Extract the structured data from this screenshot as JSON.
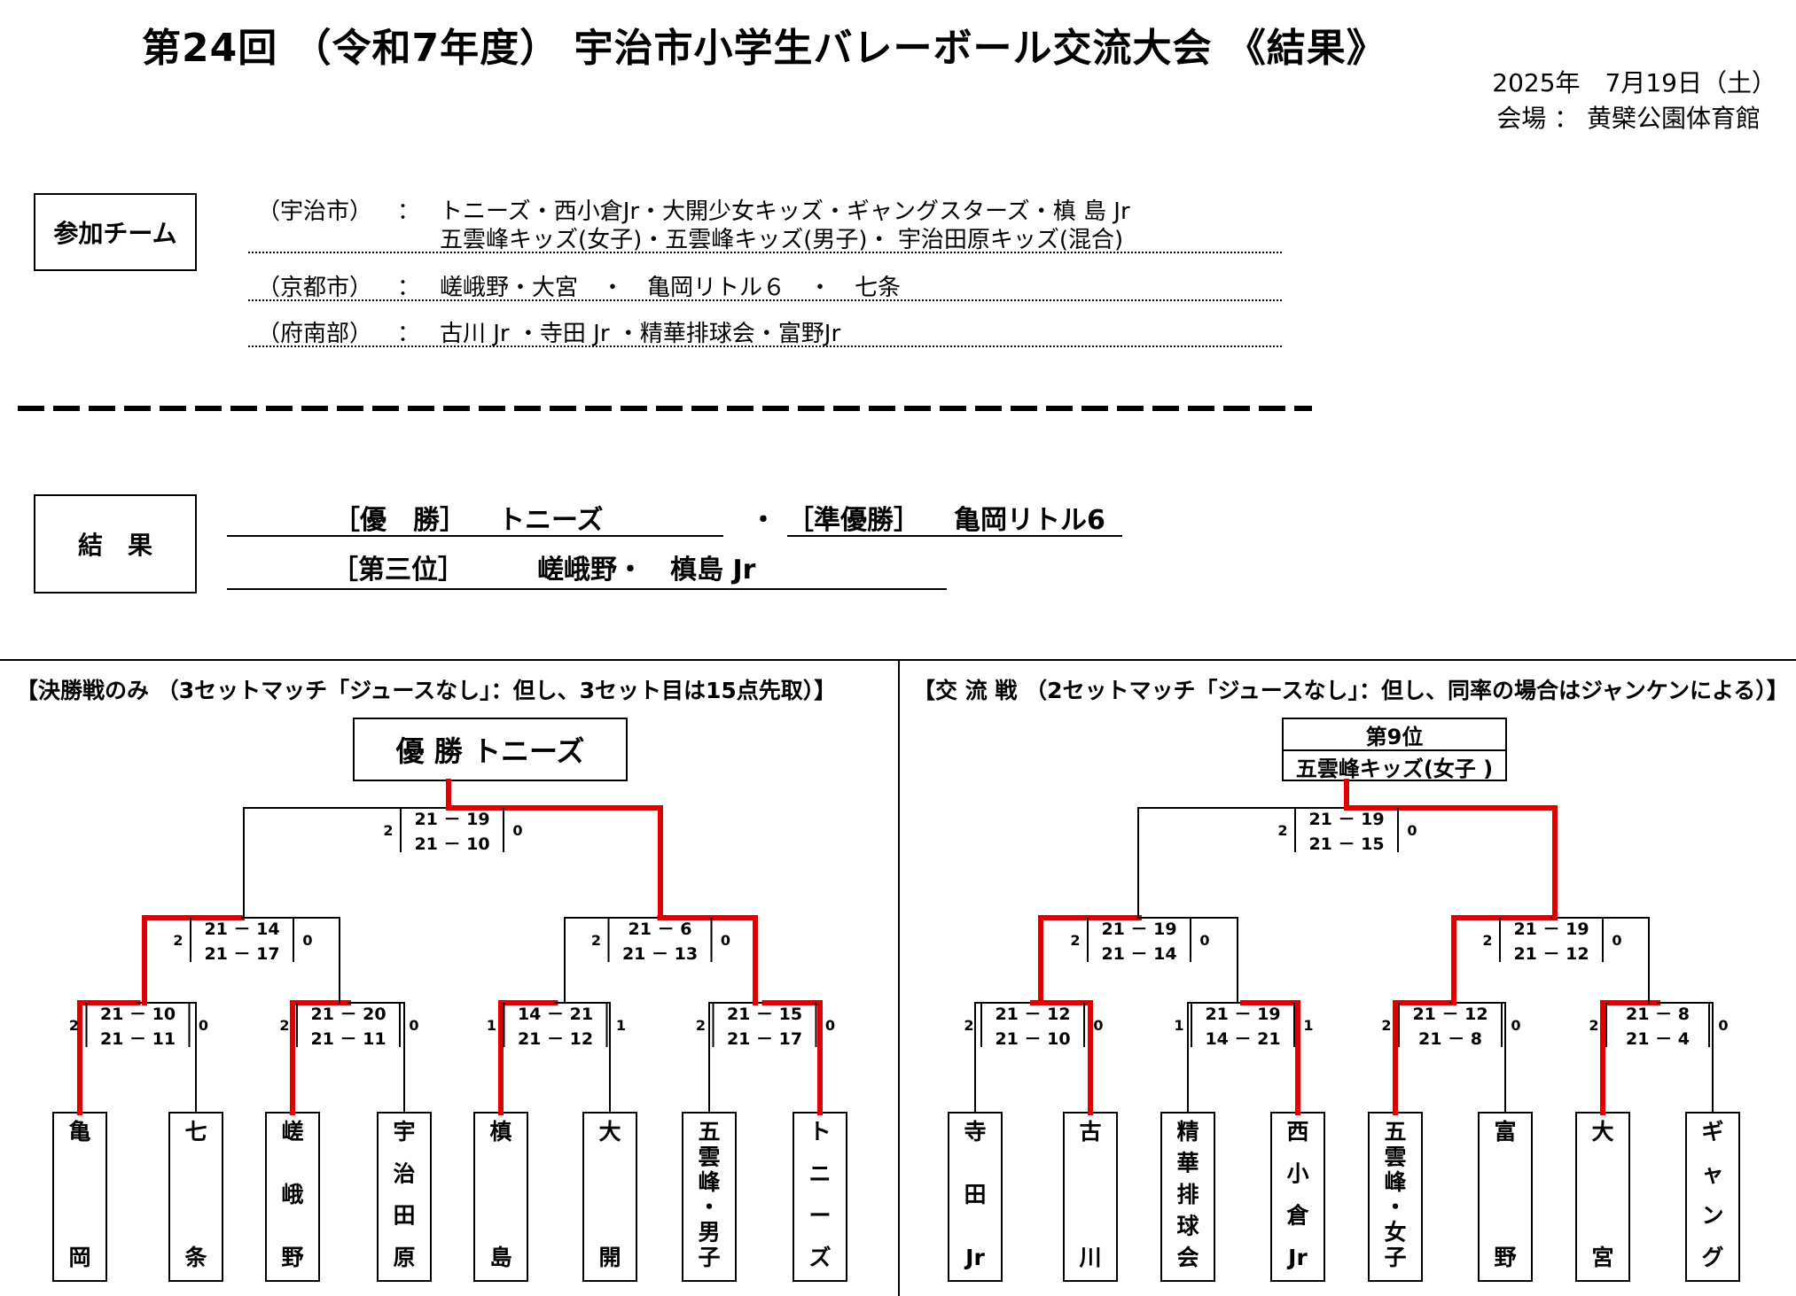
{
  "title": "第24回 （令和7年度） 宇治市小学生バレーボール交流大会 《結果》",
  "date": "2025年　7月19日（土）",
  "venue": "会場 ： 黄檗公園体育館",
  "participants": {
    "label": "参加チーム",
    "rows": [
      {
        "region": "（宇治市）",
        "colon": "：",
        "teams": "トニーズ・西小倉Jr・大開少女キッズ・ギャングスターズ・槙 島 Jr"
      },
      {
        "region": "",
        "colon": "",
        "teams": "五雲峰キッズ(女子)・五雲峰キッズ(男子)・ 宇治田原キッズ(混合)"
      },
      {
        "region": "（京都市）",
        "colon": "：",
        "teams": "嵯峨野・大宮　・　亀岡リトル６　・　七条"
      },
      {
        "region": "（府南部）",
        "colon": "：",
        "teams": "古川 Jr ・寺田 Jr ・精華排球会・富野Jr"
      }
    ]
  },
  "results": {
    "label": "結　果",
    "champion_label": "［優　勝］",
    "champion": "トニーズ",
    "separator": "・",
    "runnerup_label": "［準優勝］",
    "runnerup": "亀岡リトル6",
    "third_label": "［第三位］",
    "third": "嵯峨野・　槙島 Jr"
  },
  "left_bracket": {
    "header": "【決勝戦のみ （3セットマッチ「ジュースなし」：但し、3セット目は15点先取）】",
    "winner_box": "優 勝 トニーズ",
    "teams": [
      "亀岡",
      "七条",
      "嵯峨野",
      "宇治田原",
      "槙島",
      "大開",
      "五雲峰・男子",
      "トニーズ"
    ],
    "r1": [
      {
        "l": "2",
        "r": "0",
        "s1": "21 － 10",
        "s2": "21 － 11"
      },
      {
        "l": "2",
        "r": "0",
        "s1": "21 － 20",
        "s2": "21 － 11"
      },
      {
        "l": "1",
        "r": "1",
        "s1": "14 － 21",
        "s2": "21 － 12"
      },
      {
        "l": "2",
        "r": "0",
        "s1": "21 － 15",
        "s2": "21 － 17"
      }
    ],
    "r2": [
      {
        "l": "2",
        "r": "0",
        "s1": "21 － 14",
        "s2": "21 － 17"
      },
      {
        "l": "2",
        "r": "0",
        "s1": "21 －  6",
        "s2": "21 － 13"
      }
    ],
    "final": {
      "l": "2",
      "r": "0",
      "s1": "21 － 19",
      "s2": "21 － 10"
    }
  },
  "right_bracket": {
    "header": "【交 流 戦 （2セットマッチ「ジュースなし」：但し、同率の場合はジャンケンによる）】",
    "winner_title": "第9位",
    "winner_team": "五雲峰キッズ(女子 )",
    "teams": [
      "寺田Jr",
      "古川",
      "精華排球会",
      "西小倉Jr",
      "五雲峰・女子",
      "富野",
      "大宮",
      "ギャング"
    ],
    "r1": [
      {
        "l": "2",
        "r": "0",
        "s1": "21 － 12",
        "s2": "21 － 10"
      },
      {
        "l": "1",
        "r": "1",
        "s1": "21 － 19",
        "s2": "14 － 21"
      },
      {
        "l": "2",
        "r": "0",
        "s1": "21 － 12",
        "s2": "21 －  8"
      },
      {
        "l": "2",
        "r": "0",
        "s1": "21 －  8",
        "s2": "21 －  4"
      }
    ],
    "r2": [
      {
        "l": "2",
        "r": "0",
        "s1": "21 － 19",
        "s2": "21 － 14"
      },
      {
        "l": "2",
        "r": "0",
        "s1": "21 － 19",
        "s2": "21 － 12"
      }
    ],
    "final": {
      "l": "2",
      "r": "0",
      "s1": "21 － 19",
      "s2": "21 － 15"
    }
  }
}
